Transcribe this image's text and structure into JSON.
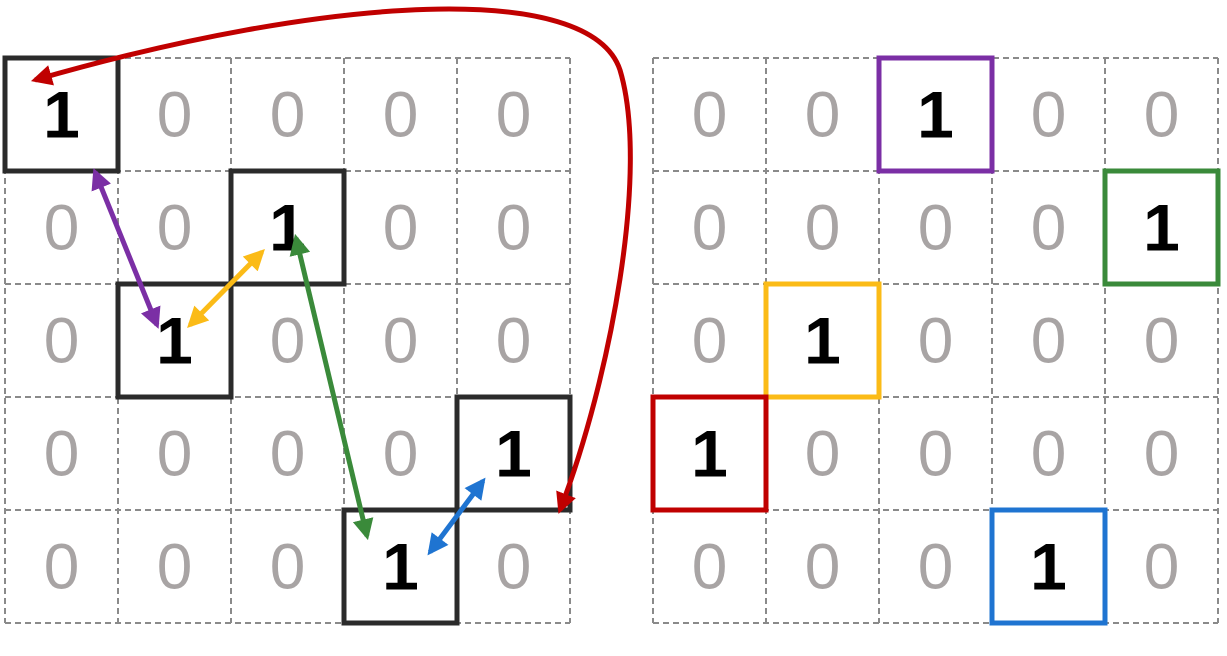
{
  "left_grid": {
    "cells": [
      [
        "1",
        "0",
        "0",
        "0",
        "0"
      ],
      [
        "0",
        "0",
        "1",
        "0",
        "0"
      ],
      [
        "0",
        "1",
        "0",
        "0",
        "0"
      ],
      [
        "0",
        "0",
        "0",
        "0",
        "1"
      ],
      [
        "0",
        "0",
        "0",
        "1",
        "0"
      ]
    ],
    "highlight_color": "#2b2b2b"
  },
  "right_grid": {
    "cells": [
      [
        "0",
        "0",
        "1",
        "0",
        "0"
      ],
      [
        "0",
        "0",
        "0",
        "0",
        "1"
      ],
      [
        "0",
        "1",
        "0",
        "0",
        "0"
      ],
      [
        "1",
        "0",
        "0",
        "0",
        "0"
      ],
      [
        "0",
        "0",
        "0",
        "1",
        "0"
      ]
    ]
  },
  "colors": {
    "zero_text": "#a8a4a4",
    "one_text": "#000000",
    "grid_line": "#8a8a8a",
    "purple": "#7b2fa5",
    "yellow": "#fbbb17",
    "green": "#3a8a3a",
    "blue": "#1f74d1",
    "red": "#c00000"
  },
  "arrows": [
    {
      "name": "purple-arrow",
      "color": "purple",
      "from": [
        0,
        0
      ],
      "to": [
        2,
        1
      ]
    },
    {
      "name": "yellow-arrow",
      "color": "yellow",
      "from": [
        2,
        1
      ],
      "to": [
        1,
        2
      ]
    },
    {
      "name": "green-arrow",
      "color": "green",
      "from": [
        1,
        2
      ],
      "to": [
        4,
        3
      ]
    },
    {
      "name": "blue-arrow",
      "color": "blue",
      "from": [
        4,
        3
      ],
      "to": [
        3,
        4
      ]
    },
    {
      "name": "red-arrow",
      "color": "red",
      "from": [
        3,
        4
      ],
      "to": [
        0,
        0
      ]
    }
  ],
  "right_highlights": [
    {
      "name": "purple-box",
      "color": "purple",
      "cell": [
        0,
        2
      ]
    },
    {
      "name": "green-box",
      "color": "green",
      "cell": [
        1,
        4
      ]
    },
    {
      "name": "yellow-box",
      "color": "yellow",
      "cell": [
        2,
        1
      ]
    },
    {
      "name": "red-box",
      "color": "red",
      "cell": [
        3,
        0
      ]
    },
    {
      "name": "blue-box",
      "color": "blue",
      "cell": [
        4,
        3
      ]
    }
  ]
}
